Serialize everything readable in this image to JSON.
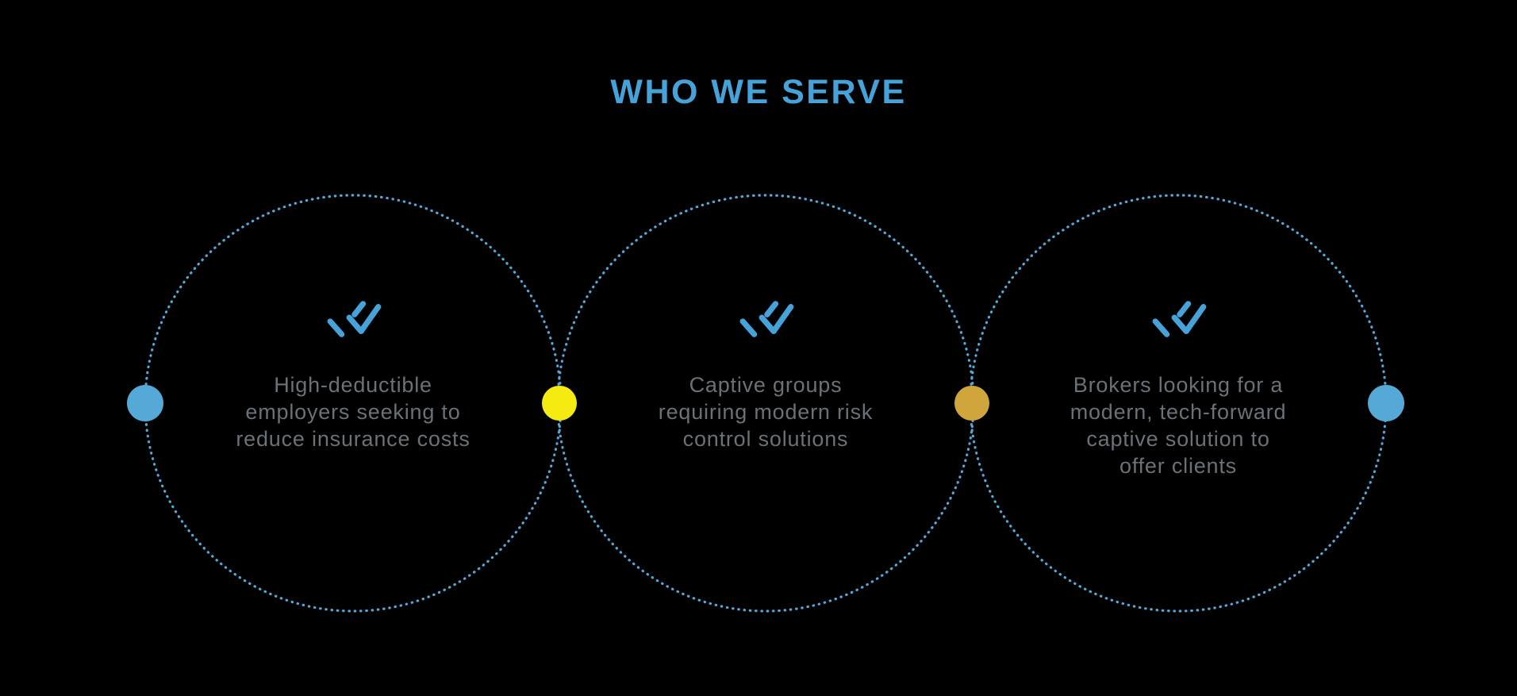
{
  "title": "WHO WE SERVE",
  "colors": {
    "background": "#000000",
    "title_blue": "#45A3DA",
    "circle_stroke": "#52A8D8",
    "icon_blue": "#45A3DA",
    "dot_blue": "#55A9D6",
    "dot_yellow": "#F6EB11",
    "dot_gold": "#D0A53C",
    "text_gray": "#697179"
  },
  "cards": [
    {
      "icon": "double-check-icon",
      "lines": [
        "High-deductible",
        "employers seeking to",
        "reduce insurance costs"
      ]
    },
    {
      "icon": "double-check-icon",
      "lines": [
        "Captive groups",
        "requiring modern risk",
        "control solutions"
      ]
    },
    {
      "icon": "double-check-icon",
      "lines": [
        "Brokers looking for a",
        "modern, tech-forward",
        "captive solution to",
        "offer clients"
      ]
    }
  ],
  "dots": [
    {
      "position": "left-edge",
      "color": "blue"
    },
    {
      "position": "between-circle-1-2",
      "color": "yellow"
    },
    {
      "position": "between-circle-2-3",
      "color": "gold"
    },
    {
      "position": "right-edge",
      "color": "blue"
    }
  ]
}
